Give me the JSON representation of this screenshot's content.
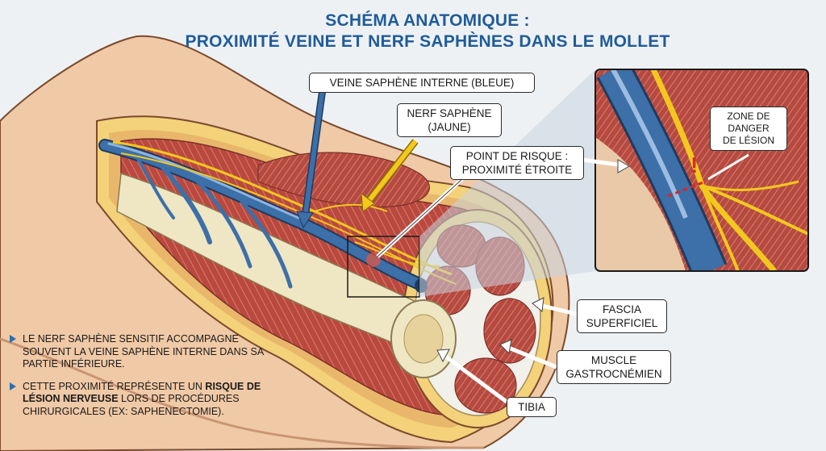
{
  "title": {
    "line1": "SCHÉMA ANATOMIQUE :",
    "line2": "PROXIMITÉ VEINE ET NERF SAPHÈNES DANS LE MOLLET"
  },
  "labels": {
    "veine": "VEINE SAPHÈNE INTERNE (BLEUE)",
    "nerf_line1": "NERF SAPHÈNE",
    "nerf_line2": "(JAUNE)",
    "risque_line1": "POINT DE RISQUE :",
    "risque_line2": "PROXIMITÉ ÉTROITE",
    "fascia_line1": "FASCIA",
    "fascia_line2": "SUPERFICIEL",
    "muscle_line1": "MUSCLE",
    "muscle_line2": "GASTROCNÉMIEN",
    "tibia": "TIBIA",
    "zone_line1": "ZONE DE",
    "zone_line2": "DANGER",
    "zone_line3": "DE LÉSION",
    "danger_mark": "!"
  },
  "notes": {
    "note1": "LE NERF SAPHÈNE SENSITIF ACCOMPAGNE SOUVENT LA VEINE SAPHÈNE INTERNE DANS SA PARTIE INFÉRIEURE.",
    "note2_a": "CETTE PROXIMITÉ REPRÉSENTE UN ",
    "note2_b": "RISQUE DE LÉSION NERVEUSE",
    "note2_c": " LORS DE PROCÉDURES CHIRURGICALES (EX: SAPHENECTOMIE)."
  },
  "colors": {
    "title": "#1f5c99",
    "vein": "#3d6fa8",
    "nerve": "#f2c81e",
    "muscle": "#b9493f",
    "skin": "#f0c9a6",
    "bone": "#efe6c4",
    "danger": "#d62828",
    "bullet": "#2a6fb3"
  }
}
